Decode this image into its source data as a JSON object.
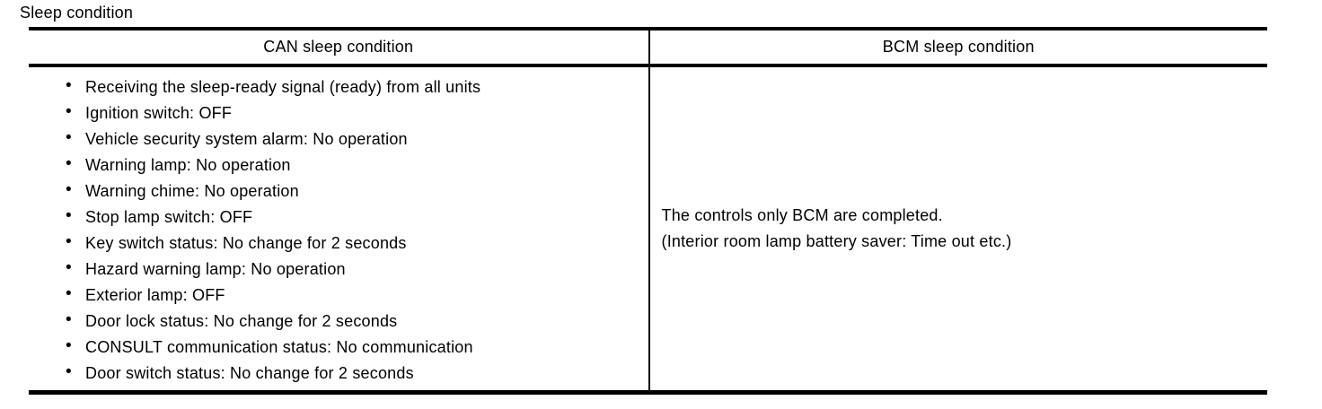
{
  "page": {
    "section_title": "Sleep condition"
  },
  "table": {
    "headers": {
      "can": "CAN sleep condition",
      "bcm": "BCM sleep condition"
    },
    "can_conditions": [
      "Receiving the sleep-ready signal (ready) from all units",
      "Ignition switch: OFF",
      "Vehicle security system alarm: No operation",
      "Warning lamp: No operation",
      "Warning chime: No operation",
      "Stop lamp switch: OFF",
      "Key switch status: No change for 2 seconds",
      "Hazard warning lamp: No operation",
      "Exterior lamp: OFF",
      "Door lock status: No change for 2 seconds",
      "CONSULT communication status: No communication",
      "Door switch status: No change for 2 seconds"
    ],
    "bcm_condition_lines": [
      "The controls only BCM are completed.",
      "(Interior room lamp battery saver: Time out etc.)"
    ]
  },
  "colors": {
    "text": "#000000",
    "border": "#000000",
    "background": "#ffffff"
  }
}
